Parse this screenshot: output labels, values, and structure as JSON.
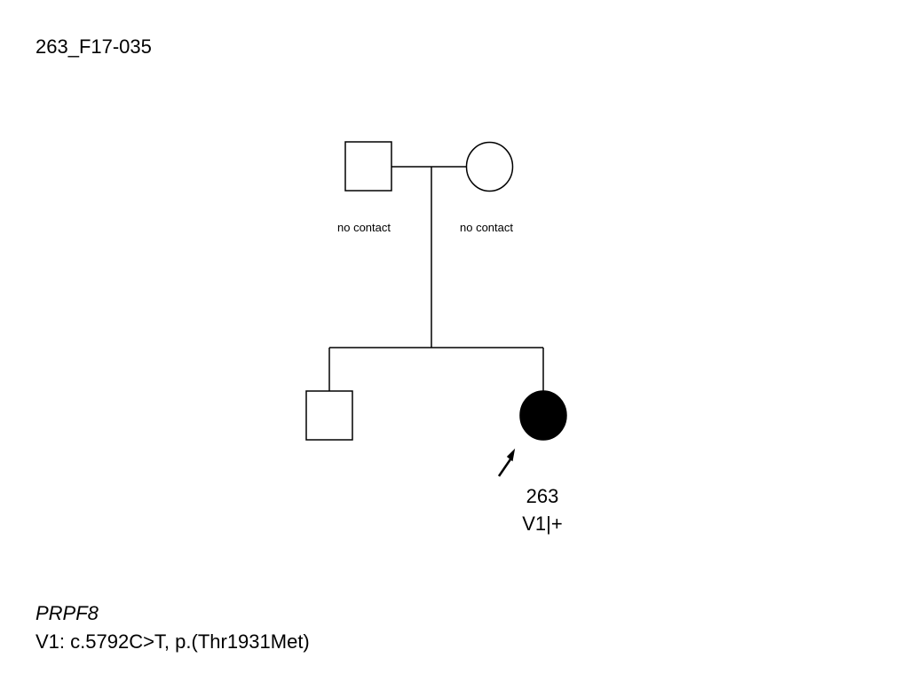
{
  "family_id": "263_F17-035",
  "pedigree": {
    "father": {
      "sex": "male",
      "affected": false,
      "note": "no contact"
    },
    "mother": {
      "sex": "female",
      "affected": false,
      "note": "no contact"
    },
    "children": [
      {
        "sex": "male",
        "affected": false
      },
      {
        "sex": "female",
        "affected": true,
        "proband": true,
        "id": "263",
        "genotype": "V1|+"
      }
    ]
  },
  "legend": {
    "gene": "PRPF8",
    "variant": "V1: c.5792C>T, p.(Thr1931Met)"
  },
  "colors": {
    "line": "#000000",
    "affected_fill": "#000000",
    "unaffected_fill": "#ffffff"
  }
}
